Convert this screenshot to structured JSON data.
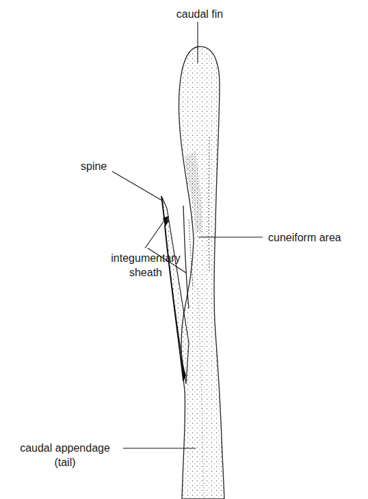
{
  "diagram": {
    "labels": [
      "caudal fin",
      "spine",
      "integumentary sheath",
      "cuneiform area",
      "caudal appendage (tail)"
    ]
  }
}
